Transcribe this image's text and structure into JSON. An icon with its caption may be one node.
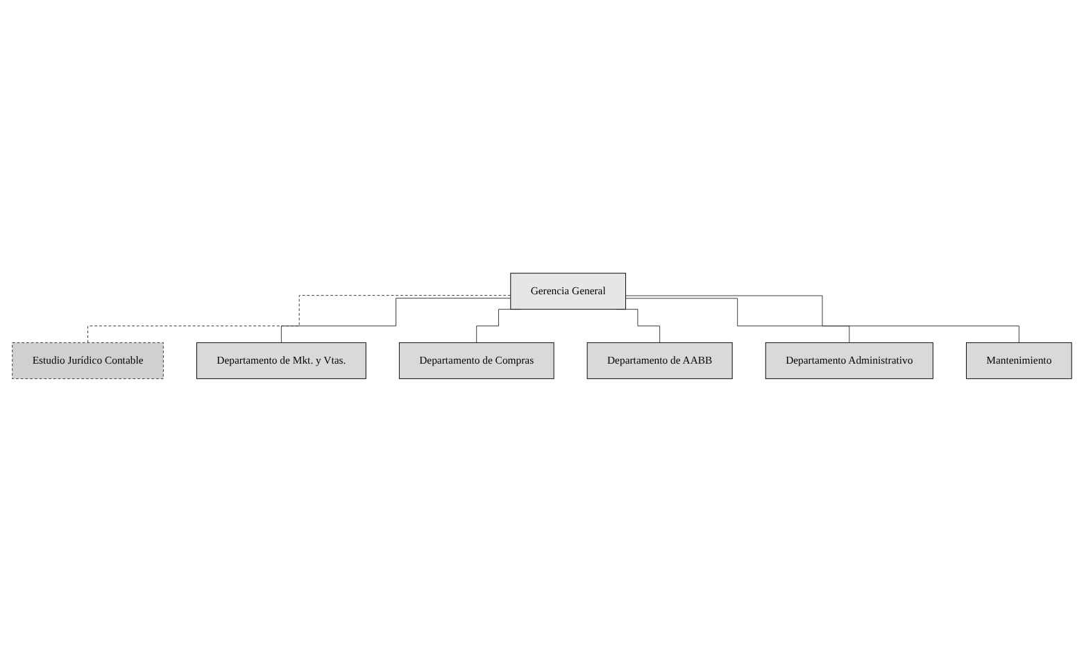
{
  "diagram": {
    "nodes": [
      {
        "text": [
          "Gerencia General"
        ]
      },
      {
        "text": [
          "Estudio Jurídico Contable"
        ]
      },
      {
        "text": [
          "Departamento de Mkt. y Vtas."
        ]
      },
      {
        "text": [
          "Departamento de Compras"
        ]
      },
      {
        "text": [
          "Departamento de AABB"
        ]
      },
      {
        "text": [
          "Departamento Administrativo"
        ]
      },
      {
        "text": [
          "Mantenimiento"
        ]
      }
    ],
    "edges": [
      {
        "from": 0,
        "to": 1,
        "arrow": "none",
        "style": "dashed"
      },
      {
        "from": 0,
        "to": 2,
        "arrow": "none"
      },
      {
        "from": 0,
        "to": 3,
        "arrow": "none"
      },
      {
        "from": 0,
        "to": 4,
        "arrow": "none"
      },
      {
        "from": 0,
        "to": 5,
        "arrow": "none"
      },
      {
        "from": 0,
        "to": 6,
        "arrow": "none"
      }
    ]
  }
}
